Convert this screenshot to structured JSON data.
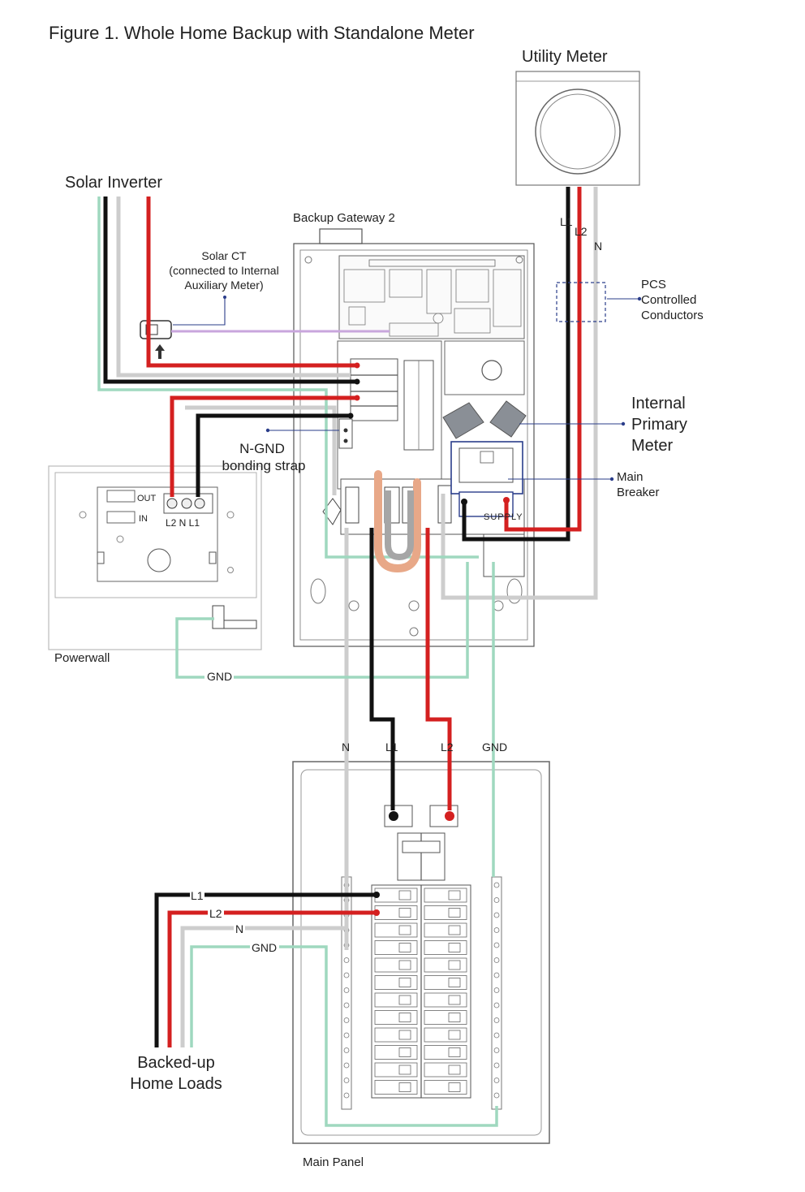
{
  "figure_title": "Figure 1. Whole Home Backup with Standalone Meter",
  "labels": {
    "utility_meter": "Utility Meter",
    "solar_inverter": "Solar Inverter",
    "backup_gateway": "Backup Gateway 2",
    "solar_ct_line1": "Solar CT",
    "solar_ct_line2": "(connected to Internal",
    "solar_ct_line3": "Auxiliary Meter)",
    "pcs_line1": "PCS",
    "pcs_line2": "Controlled",
    "pcs_line3": "Conductors",
    "internal_meter_line1": "Internal",
    "internal_meter_line2": "Primary",
    "internal_meter_line3": "Meter",
    "main_breaker_line1": "Main",
    "main_breaker_line2": "Breaker",
    "ngnd_line1": "N-GND",
    "ngnd_line2": "bonding strap",
    "powerwall": "Powerwall",
    "backed_up_line1": "Backed-up",
    "backed_up_line2": "Home Loads",
    "main_panel": "Main Panel",
    "supply": "SUPPLY"
  },
  "conductors": {
    "l1": "L1",
    "l2": "L2",
    "n": "N",
    "gnd": "GND"
  },
  "powerwall_terminals": {
    "out": "OUT",
    "in": "IN",
    "terminal_row": "L2 N L1"
  },
  "colors": {
    "l1_wire": "#111111",
    "l2_wire": "#d42020",
    "neutral_wire": "#cdcdcd",
    "ground_wire": "#9fd8bf",
    "ct_signal_wire": "#c8a6dc",
    "leader_line": "#2a3d8a"
  }
}
